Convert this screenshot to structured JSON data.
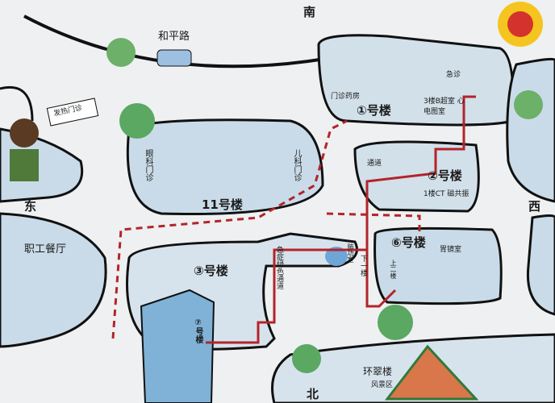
{
  "compass": {
    "south": "南",
    "north": "北",
    "east": "东",
    "west": "西"
  },
  "road": "和平路",
  "sign": "发热门诊",
  "places": {
    "staff_canteen": "职工餐厅",
    "eye_clinic": "眼科门诊",
    "pediatric_clinic": "儿科门诊",
    "building_11": "11号楼",
    "pharmacy": "门诊药房",
    "building_1": "①号楼",
    "emergency": "急诊",
    "floor3_note": "3楼B超室 心电图室",
    "building_2": "②号楼",
    "floor1_note": "1楼CT 磁共振",
    "passage": "通道",
    "building_6": "⑥号楼",
    "gastroscopy": "胃镜室",
    "upstairs": "上二楼",
    "downstairs": "下一楼",
    "lung_function": "肺功室",
    "green_channel": "急症绿色通道",
    "building_3": "③号楼",
    "building_7": "⑦号楼",
    "huancui": "环翠楼",
    "scenic": "风景区"
  },
  "colors": {
    "route": "#b3242a",
    "building": "#c9dbe8",
    "outline": "#1a1a1a",
    "tree": "#4f9a57"
  }
}
